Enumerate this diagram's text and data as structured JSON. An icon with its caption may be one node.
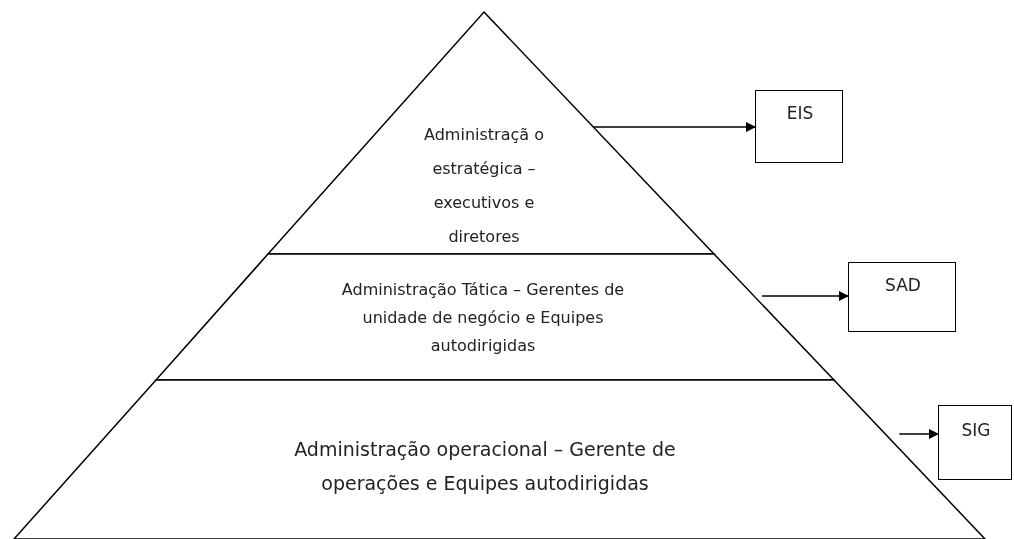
{
  "diagram": {
    "nodes": [
      {
        "text": [
          "Administraçã o estratégica – executivos e diretores"
        ]
      },
      {
        "text": [
          "Administração Tática – Gerentes de unidade de negócio e Equipes autodirigidas"
        ]
      },
      {
        "text": [
          "Administração operacional – Gerente de operações e Equipes autodirigidas"
        ]
      },
      {
        "text": [
          "EIS"
        ]
      },
      {
        "text": [
          "SAD"
        ]
      },
      {
        "text": [
          "SIG"
        ]
      }
    ],
    "edges": [
      {
        "from": 0,
        "to": 3,
        "arrow": "to"
      },
      {
        "from": 1,
        "to": 4,
        "arrow": "to"
      },
      {
        "from": 2,
        "to": 5,
        "arrow": "to"
      }
    ]
  }
}
